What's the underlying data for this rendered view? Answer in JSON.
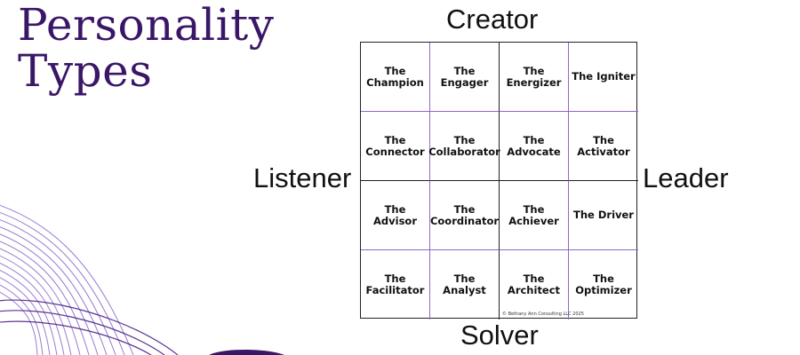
{
  "title": {
    "line1": "Personality",
    "line2": "Types"
  },
  "axes": {
    "top": "Creator",
    "bottom": "Solver",
    "left": "Listener",
    "right": "Leader"
  },
  "cells": [
    "The Champion",
    "The Engager",
    "The Energizer",
    "The Igniter",
    "The Connector",
    "The Collaborator",
    "The Advocate",
    "The Activator",
    "The Advisor",
    "The Coordinator",
    "The Achiever",
    "The Driver",
    "The Facilitator",
    "The Analyst",
    "The Architect",
    "The Optimizer"
  ],
  "copyright": "© Bethany Ann Consulting LLC 2025",
  "colors": {
    "title": "#3a1668",
    "grid_lines": "#8e69c2",
    "axis_lines": "#222222",
    "decor": "#6a3fb0"
  }
}
